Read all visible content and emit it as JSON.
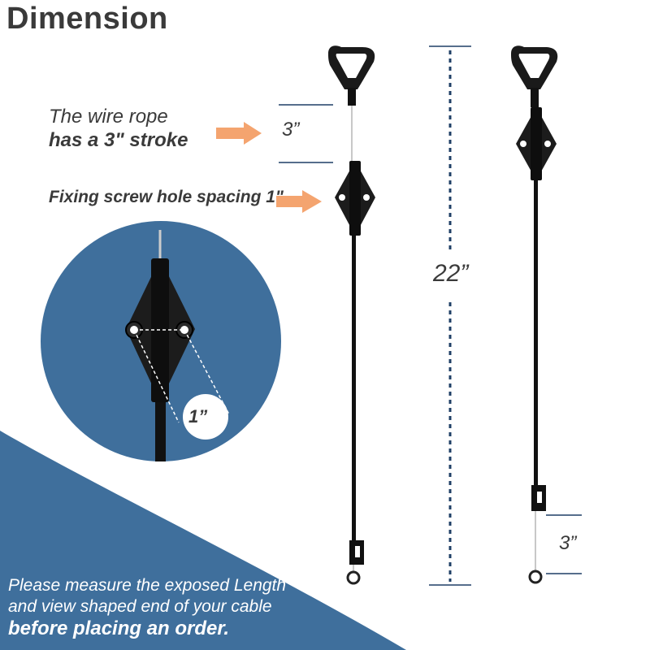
{
  "title": "Dimension",
  "callouts": {
    "wire_rope_line1": "The wire rope",
    "wire_rope_line2": "has a  3\" stroke",
    "screw_spacing": "Fixing screw hole spacing 1\""
  },
  "dimensions": {
    "stroke_top": "3”",
    "total_length": "22”",
    "stroke_bottom": "3”",
    "hole_spacing": "1”"
  },
  "footer": {
    "line1": "Please measure the exposed Length",
    "line2": "and view shaped end of your cable",
    "line3": "before placing an order."
  },
  "colors": {
    "brand_blue": "#3f6f9c",
    "arrow_orange": "#f4a46f",
    "text_dark": "#3a3a3a",
    "dimension_navy": "#1f3f66"
  }
}
